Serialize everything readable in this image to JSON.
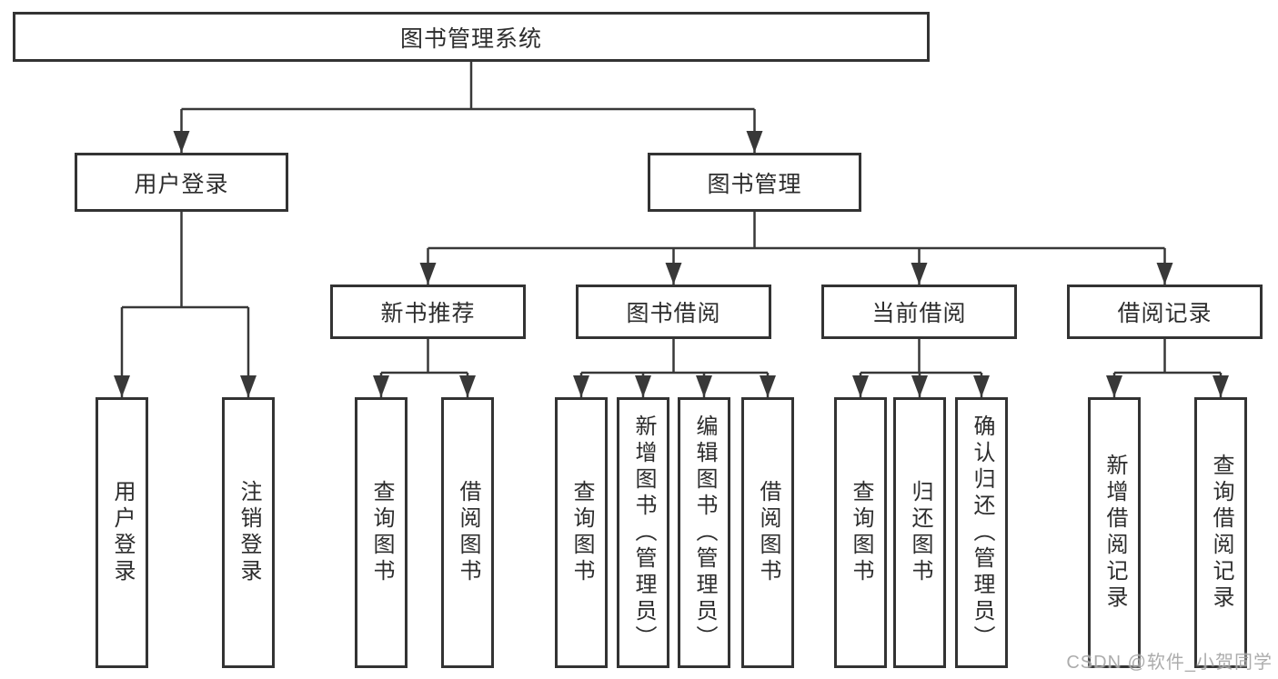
{
  "diagram": {
    "root": {
      "label": "图书管理系统"
    },
    "level2": [
      {
        "label": "用户登录"
      },
      {
        "label": "图书管理"
      }
    ],
    "level3": [
      {
        "label": "新书推荐"
      },
      {
        "label": "图书借阅"
      },
      {
        "label": "当前借阅"
      },
      {
        "label": "借阅记录"
      }
    ],
    "leaves": {
      "user_login": [
        "用户登录",
        "注销登录"
      ],
      "new_book_recommend": [
        "查询图书",
        "借阅图书"
      ],
      "book_borrow": [
        "查询图书",
        "新增图书（管理员）",
        "编辑图书（管理员）",
        "借阅图书"
      ],
      "current_borrow": [
        "查询图书",
        "归还图书",
        "确认归还（管理员）"
      ],
      "borrow_records": [
        "新增借阅记录",
        "查询借阅记录"
      ]
    },
    "watermark": "CSDN @软件_小贺同学",
    "colors": {
      "line": "#383838",
      "box_border": "#333333",
      "text": "#2d2d2d",
      "watermark": "#a6a6a6",
      "background": "#ffffff"
    }
  }
}
